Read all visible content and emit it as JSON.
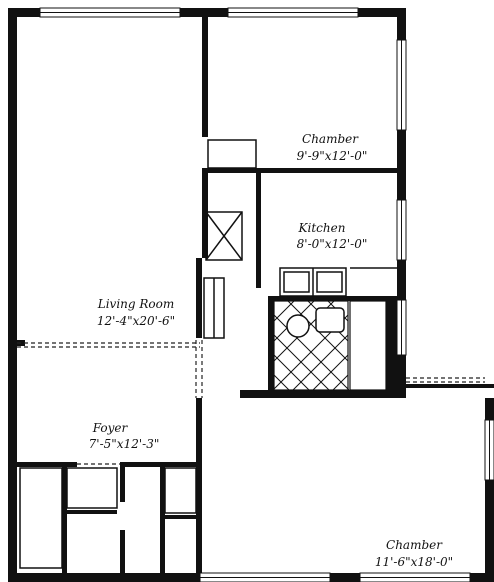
{
  "colors": {
    "wall": "#111111",
    "line": "#222222",
    "paper": "#ffffff"
  },
  "rooms": [
    {
      "id": "chamber-1",
      "name": "Chamber",
      "dims": "9'-9\"x12'-0\""
    },
    {
      "id": "kitchen",
      "name": "Kitchen",
      "dims": "8'-0\"x12'-0\""
    },
    {
      "id": "living-room",
      "name": "Living Room",
      "dims": "12'-4\"x20'-6\""
    },
    {
      "id": "foyer",
      "name": "Foyer",
      "dims": "7'-5\"x12'-3\""
    },
    {
      "id": "chamber-2",
      "name": "Chamber",
      "dims": "11'-6\"x18'-0\""
    }
  ]
}
